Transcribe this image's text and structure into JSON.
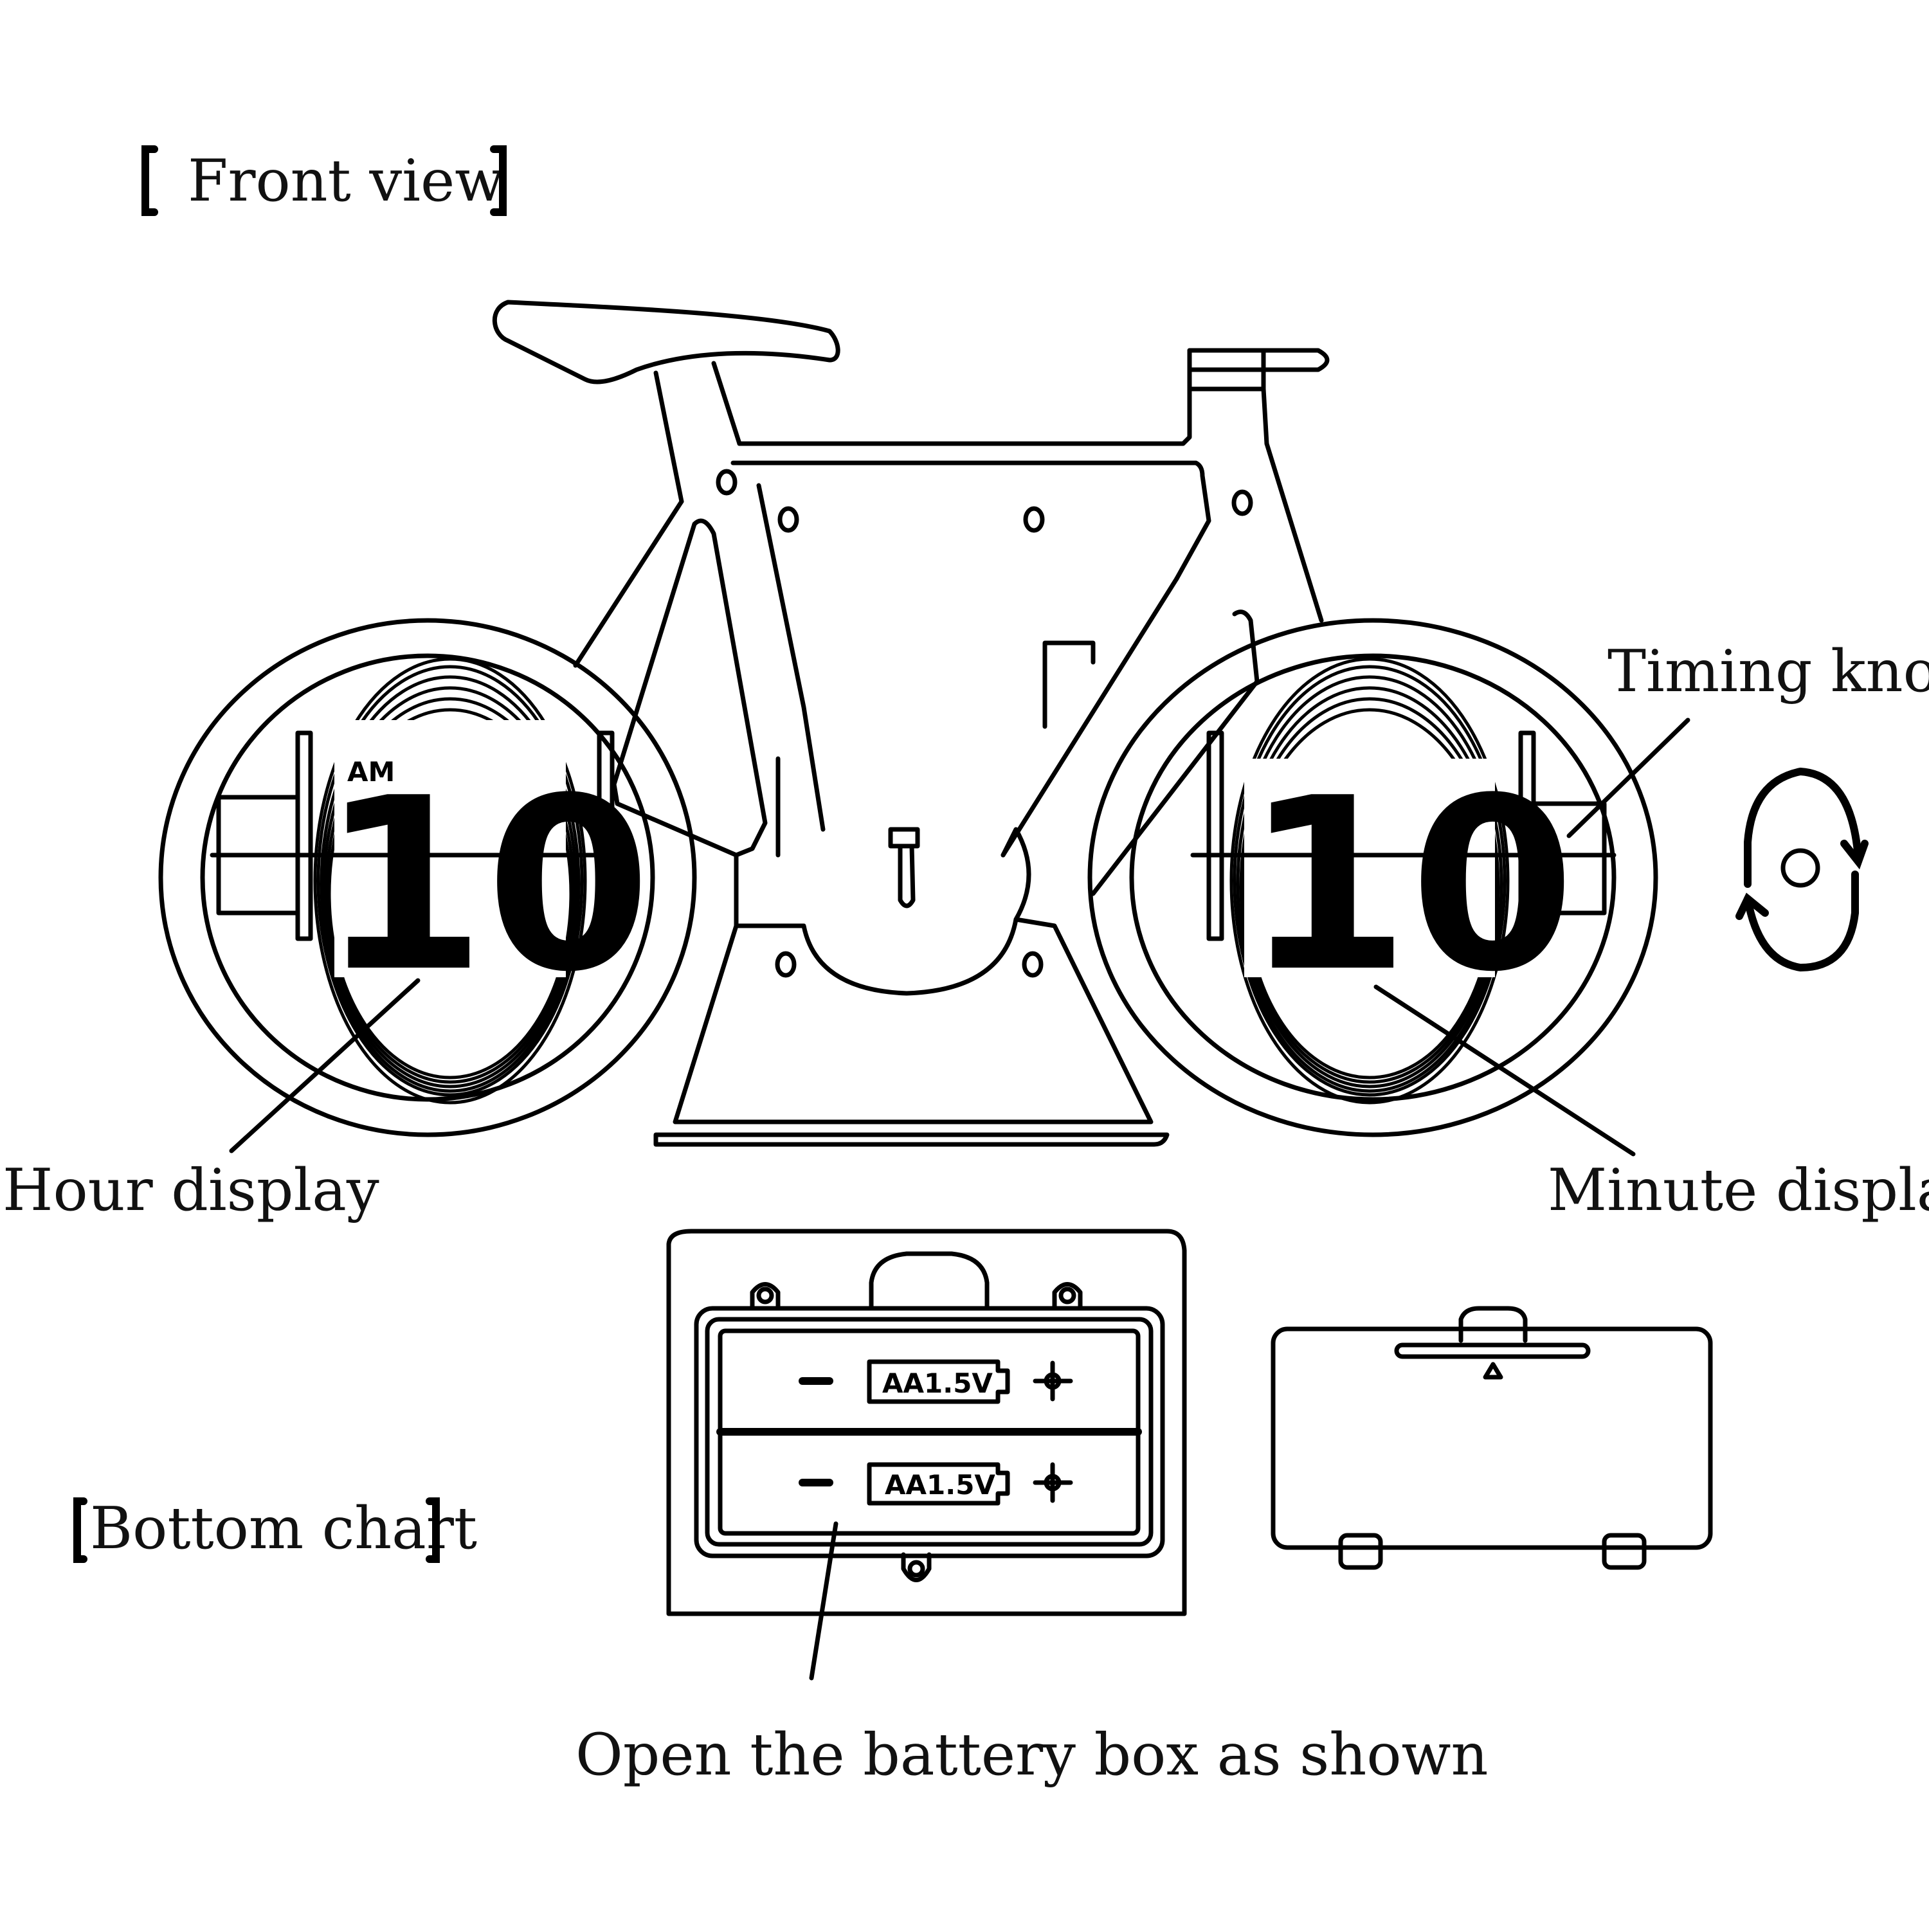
{
  "labels": {
    "front_view": "Front view",
    "timing_knob": "Timing knob",
    "hour_display": "Hour display",
    "minute_display": "Minute display",
    "bottom_chart": "Bottom chart",
    "battery_instruction": "Open the battery box as shown"
  },
  "clock": {
    "hour_period": "AM",
    "hour_value": "10",
    "minute_value": "10"
  },
  "battery_box": {
    "slots": [
      {
        "label": "AA1.5V",
        "negative": "−",
        "positive": "+"
      },
      {
        "label": "AA1.5V",
        "negative": "−",
        "positive": "+"
      }
    ]
  },
  "colors": {
    "line": "#000000",
    "background": "#ffffff"
  }
}
